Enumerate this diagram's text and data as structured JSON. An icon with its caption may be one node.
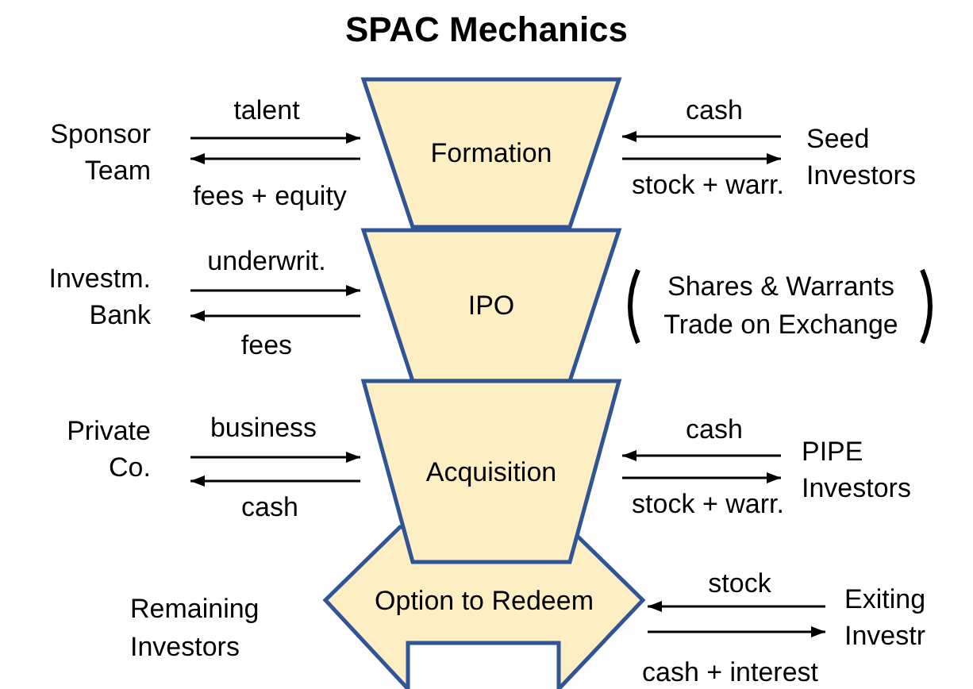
{
  "diagram": {
    "title": "SPAC Mechanics",
    "nodes": [
      {
        "text": [
          "Formation"
        ]
      },
      {
        "text": [
          "IPO"
        ]
      },
      {
        "text": [
          "Acquisition"
        ]
      },
      {
        "text": [
          "Option to Redeem"
        ]
      },
      {
        "text": [
          "Sponsor Team"
        ]
      },
      {
        "text": [
          "Seed Investors"
        ]
      },
      {
        "text": [
          "Investm. Bank"
        ]
      },
      {
        "text": [
          "Private Co."
        ]
      },
      {
        "text": [
          "PIPE Investors"
        ]
      },
      {
        "text": [
          "Exiting Investr"
        ]
      }
    ],
    "edges": [
      {
        "from": 4,
        "to": 0,
        "arrow": "to",
        "label": "talent"
      },
      {
        "from": 0,
        "to": 4,
        "arrow": "to",
        "label": "fees + equity"
      },
      {
        "from": 5,
        "to": 0,
        "arrow": "to",
        "label": "cash"
      },
      {
        "from": 0,
        "to": 5,
        "arrow": "to",
        "label": "stock + warr."
      },
      {
        "from": 6,
        "to": 1,
        "arrow": "to",
        "label": "underwrit."
      },
      {
        "from": 1,
        "to": 6,
        "arrow": "to",
        "label": "fees"
      },
      {
        "from": 7,
        "to": 2,
        "arrow": "to",
        "label": "business"
      },
      {
        "from": 2,
        "to": 7,
        "arrow": "to",
        "label": "cash"
      },
      {
        "from": 8,
        "to": 2,
        "arrow": "to",
        "label": "cash"
      },
      {
        "from": 2,
        "to": 8,
        "arrow": "to",
        "label": "stock + warr."
      },
      {
        "from": 9,
        "to": 3,
        "arrow": "to",
        "label": "stock"
      },
      {
        "from": 3,
        "to": 9,
        "arrow": "to",
        "label": "cash + interest"
      }
    ],
    "labels": [
      "Shares & Warrants Trade on Exchange",
      "Remaining Investors"
    ]
  }
}
